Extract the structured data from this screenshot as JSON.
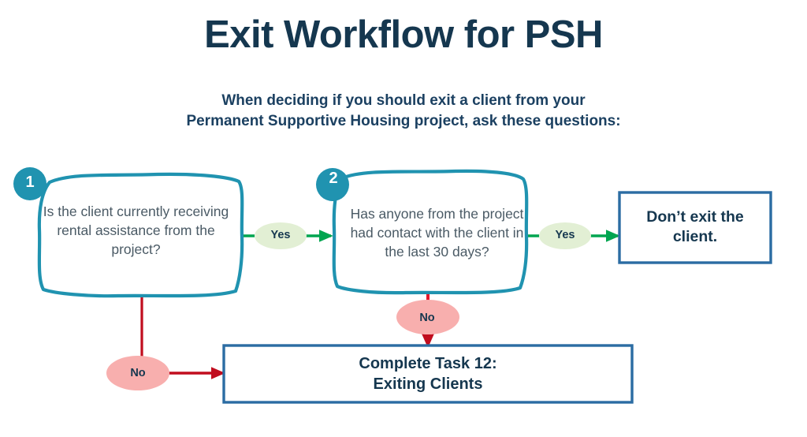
{
  "page": {
    "title": "Exit Workflow for PSH",
    "subtitle_line1": "When deciding if you should exit a client from your",
    "subtitle_line2": "Permanent Supportive Housing project, ask these questions:",
    "background": "#ffffff"
  },
  "colors": {
    "title_navy": "#15374f",
    "subtitle_navy": "#1b4061",
    "question_border_teal": "#2093b0",
    "badge_teal": "#2093b0",
    "question_text": "#4a5a65",
    "outcome_border_blue": "#2b6ca3",
    "yes_ellipse_fill": "#e2efd4",
    "yes_arrow_green": "#00a550",
    "no_ellipse_fill": "#f8afae",
    "no_arrow_red": "#c10d1e"
  },
  "nodes": [
    {
      "id": "question-1",
      "kind": "question",
      "badge": "1",
      "text": "Is the client currently receiving rental assistance from the project?"
    },
    {
      "id": "question-2",
      "kind": "question",
      "badge": "2",
      "text": "Has anyone from the project had contact with the client in the last 30 days?"
    },
    {
      "id": "outcome-dont-exit",
      "kind": "outcome",
      "line1": "Don’t exit the",
      "line2": "client."
    },
    {
      "id": "outcome-complete-task",
      "kind": "outcome",
      "line1": "Complete Task 12:",
      "line2": "Exiting Clients"
    }
  ],
  "edges": [
    {
      "id": "edge-q1-yes",
      "label": "Yes",
      "from": "question-1",
      "to": "question-2",
      "color": "#00a550"
    },
    {
      "id": "edge-q2-yes",
      "label": "Yes",
      "from": "question-2",
      "to": "outcome-dont-exit",
      "color": "#00a550"
    },
    {
      "id": "edge-q1-no",
      "label": "No",
      "from": "question-1",
      "to": "outcome-complete-task",
      "color": "#c10d1e"
    },
    {
      "id": "edge-q2-no",
      "label": "No",
      "from": "question-2",
      "to": "outcome-complete-task",
      "color": "#c10d1e"
    }
  ]
}
